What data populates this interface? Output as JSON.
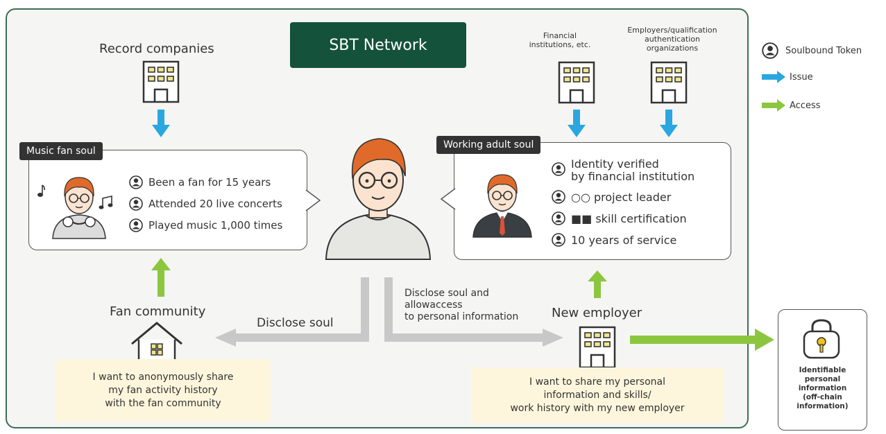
{
  "title": "SBT Network",
  "sources": {
    "record_companies": "Record companies",
    "financial": "Financial\ninstitutions, etc.",
    "employers": "Employers/qualification\nauthentication\norganizations"
  },
  "music_card": {
    "tag": "Music fan soul",
    "items": [
      "Been a fan for 15 years",
      "Attended 20 live concerts",
      "Played music 1,000 times"
    ]
  },
  "work_card": {
    "tag": "Working adult soul",
    "items": [
      "Identity verified\nby financial institution",
      "○○ project leader",
      "■■ skill certification",
      "10 years of service"
    ]
  },
  "fan_community": {
    "label": "Fan community",
    "need": "I want to anonymously share\nmy fan activity history\nwith the fan community"
  },
  "new_employer": {
    "label": "New employer",
    "need": "I want to share my personal\ninformation and skills/\nwork history with my new employer"
  },
  "flows": {
    "disclose_soul": "Disclose soul",
    "disclose_access": "Disclose soul and\nallowaccess\nto personal information"
  },
  "pii": "Identifiable\npersonal\ninformation\n(off-chain\ninformation)",
  "legend": [
    {
      "icon": "soulbound-token-icon",
      "label": "Soulbound Token"
    },
    {
      "icon": "blue-arrow-icon",
      "label": "Issue",
      "color": "#2aa7e0"
    },
    {
      "icon": "green-arrow-icon",
      "label": "Access",
      "color": "#8cc63f"
    }
  ],
  "colors": {
    "issue": "#2aa7e0",
    "access": "#8cc63f",
    "disclose": "#c8c8c8",
    "brand": "#14523c"
  }
}
